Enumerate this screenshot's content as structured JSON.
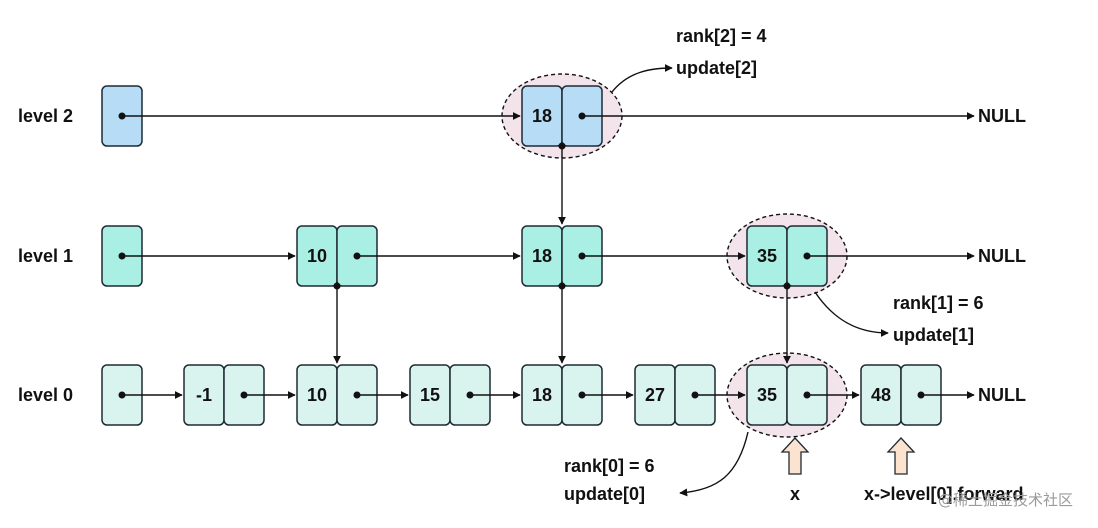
{
  "level_labels": {
    "level_2": "level 2",
    "level_1": "level 1",
    "level_0": "level 0"
  },
  "null_label": "NULL",
  "node_values": {
    "level_2": {
      "n18": "18"
    },
    "level_1": {
      "n10": "10",
      "n18": "18",
      "n35": "35"
    },
    "level_0": {
      "nm1": "-1",
      "n10": "10",
      "n15": "15",
      "n18": "18",
      "n27": "27",
      "n35": "35",
      "n48": "48"
    }
  },
  "annotations": {
    "rank2": "rank[2] = 4",
    "update2": "update[2]",
    "rank1": "rank[1] = 6",
    "update1": "update[1]",
    "rank0": "rank[0] = 6",
    "update0": "update[0]",
    "x": "x",
    "x_forward": "x->level[0].forward"
  },
  "watermark": "@稀土掘金技术社区",
  "colors": {
    "level_2_fill": "#b7dcf5",
    "level_1_fill": "#a9efe4",
    "level_0_fill": "#d9f3ee",
    "stroke": "#1f2a33",
    "highlight_fill": "#f3e4ec",
    "pointer_arrow_fill": "#fbe3cf"
  }
}
